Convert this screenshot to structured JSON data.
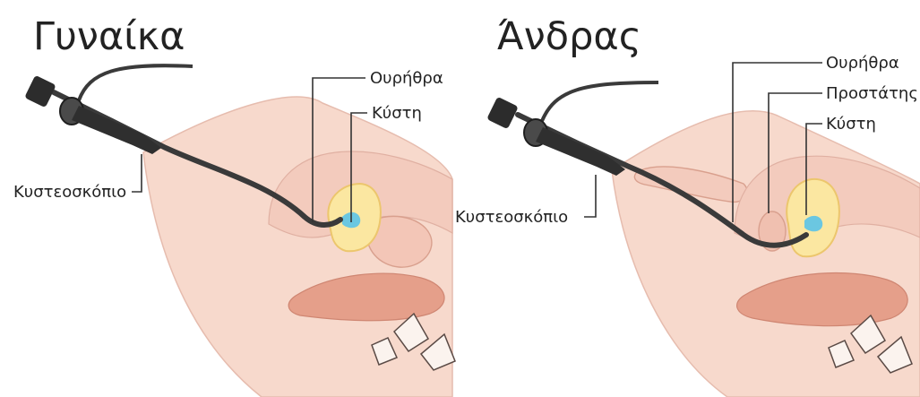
{
  "panels": {
    "female": {
      "title": "Γυναίκα",
      "labels": {
        "urethra": "Ουρήθρα",
        "bladder": "Κύστη",
        "cystoscope": "Κυστεοσκόπιο"
      }
    },
    "male": {
      "title": "Άνδρας",
      "labels": {
        "urethra": "Ουρήθρα",
        "prostate": "Προστάτης",
        "bladder": "Κύστη",
        "cystoscope": "Κυστεοσκόπιο"
      }
    }
  },
  "colors": {
    "skin": "#f7d9cc",
    "skin_outline": "#e6bcae",
    "bladder": "#fbe7a1",
    "bladder_outline": "#ecc66d",
    "tissue": "#e59f8a",
    "water": "#5bc3e8",
    "instrument": "#3a3a3a"
  }
}
